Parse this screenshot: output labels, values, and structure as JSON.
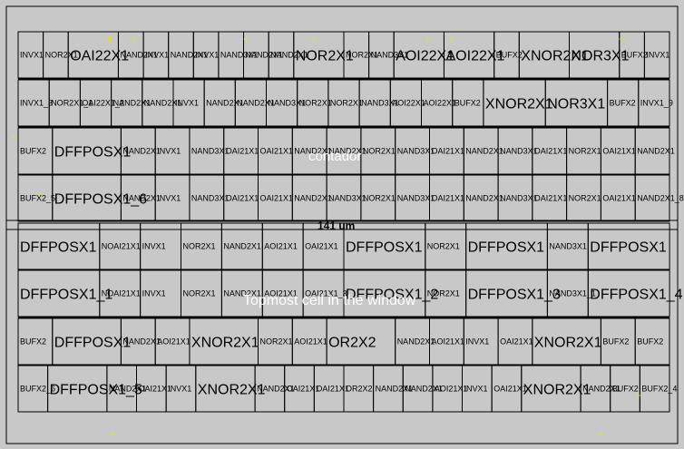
{
  "window": {
    "top_cell_name": "contador",
    "overlay_message": "Topmost cell in the window",
    "ruler_label": "141 um"
  },
  "colors": {
    "background": "#c8c8c8",
    "cell_outline": "#000000",
    "overlay_text": "#ffffff",
    "pin_marker": "#e6e600"
  },
  "rows": [
    {
      "cells": [
        [
          "INVX1",
          0
        ],
        [
          "NOR2X1",
          0
        ],
        [
          "OAI22X1",
          1
        ],
        [
          "NAND2X1",
          0
        ],
        [
          "INVX1",
          0
        ],
        [
          "NAND2X1",
          0
        ],
        [
          "INVX1",
          0
        ],
        [
          "NAND3X1",
          0
        ],
        [
          "NAND2X1",
          0
        ],
        [
          "NAND2X1",
          0
        ],
        [
          "NOR2X1",
          1
        ],
        [
          "NOR2X1",
          0
        ],
        [
          "NAND3X1",
          0
        ],
        [
          "AOI22X1",
          1
        ],
        [
          "AOI22X1",
          1
        ],
        [
          "BUFX2",
          0
        ],
        [
          "XNOR2X1",
          1
        ],
        [
          "NOR3X1",
          1
        ],
        [
          "BUFX2",
          0
        ],
        [
          "INVX1",
          0
        ]
      ]
    },
    {
      "cells": [
        [
          "INVX1_3",
          0
        ],
        [
          "NOR2X1_1",
          0
        ],
        [
          "OAI22X1_2",
          0
        ],
        [
          "NAND2X1",
          0
        ],
        [
          "NAND2X1",
          0
        ],
        [
          "INVX1",
          0
        ],
        [
          "NAND2X1",
          0
        ],
        [
          "NAND2X1",
          0
        ],
        [
          "NAND3X1",
          0
        ],
        [
          "NOR2X1",
          0
        ],
        [
          "NOR2X1",
          0
        ],
        [
          "NAND3X1",
          0
        ],
        [
          "AOI22X1",
          0
        ],
        [
          "AOI22X1",
          0
        ],
        [
          "BUFX2",
          0
        ],
        [
          "XNOR2X1",
          1
        ],
        [
          "NOR3X1",
          1
        ],
        [
          "BUFX2",
          0
        ],
        [
          "INVX1_9",
          0
        ]
      ]
    },
    {
      "cells": [
        [
          "BUFX2",
          0
        ],
        [
          "DFFPOSX1",
          1
        ],
        [
          "NAND2X1",
          0
        ],
        [
          "INVX1",
          0
        ],
        [
          "NAND3X1",
          0
        ],
        [
          "OAI21X1",
          0
        ],
        [
          "OAI21X1",
          0
        ],
        [
          "NAND2X1",
          0
        ],
        [
          "NAND2X1",
          0
        ],
        [
          "NOR2X1",
          0
        ],
        [
          "NAND3X1",
          0
        ],
        [
          "OAI21X1",
          0
        ],
        [
          "NAND2X1",
          0
        ],
        [
          "NAND3X1",
          0
        ],
        [
          "OAI21X1",
          0
        ],
        [
          "NOR2X1",
          0
        ],
        [
          "OAI21X1",
          0
        ],
        [
          "NAND2X1",
          0
        ]
      ]
    },
    {
      "cells": [
        [
          "BUFX2_5",
          0
        ],
        [
          "DFFPOSX1_6",
          1
        ],
        [
          "NAND2X1",
          0
        ],
        [
          "INVX1",
          0
        ],
        [
          "NAND3X1",
          0
        ],
        [
          "OAI21X1",
          0
        ],
        [
          "OAI21X1",
          0
        ],
        [
          "NAND2X1",
          0
        ],
        [
          "NAND3X1",
          0
        ],
        [
          "NOR2X1",
          0
        ],
        [
          "NAND3X1",
          0
        ],
        [
          "OAI21X1",
          0
        ],
        [
          "NAND2X1",
          0
        ],
        [
          "NAND3X1",
          0
        ],
        [
          "OAI21X1",
          0
        ],
        [
          "NOR2X1",
          0
        ],
        [
          "OAI21X1",
          0
        ],
        [
          "NAND2X1_8",
          0
        ]
      ]
    },
    {
      "cells": [
        [
          "DFFPOSX1",
          1
        ],
        [
          "NOAI21X1",
          0
        ],
        [
          "INVX1",
          0
        ],
        [
          "NOR2X1",
          0
        ],
        [
          "NAND2X1",
          0
        ],
        [
          "AOI21X1",
          0
        ],
        [
          "OAI21X1",
          0
        ],
        [
          "DFFPOSX1",
          1
        ],
        [
          "NOR2X1",
          0
        ],
        [
          "DFFPOSX1",
          1
        ],
        [
          "NAND3X1",
          0
        ],
        [
          "DFFPOSX1",
          1
        ]
      ]
    },
    {
      "cells": [
        [
          "DFFPOSX1_1",
          1
        ],
        [
          "NOAI21X1",
          0
        ],
        [
          "INVX1",
          0
        ],
        [
          "NOR2X1",
          0
        ],
        [
          "NAND2X1",
          0
        ],
        [
          "AOI21X1",
          0
        ],
        [
          "OAI21X1_3",
          0
        ],
        [
          "DFFPOSX1_2",
          1
        ],
        [
          "NOR2X1",
          0
        ],
        [
          "DFFPOSX1_3",
          1
        ],
        [
          "NAND3X1_1",
          0
        ],
        [
          "DFFPOSX1_4",
          1
        ]
      ]
    },
    {
      "cells": [
        [
          "BUFX2",
          0
        ],
        [
          "DFFPOSX1",
          1
        ],
        [
          "NAND2X1",
          0
        ],
        [
          "AOI21X1",
          0
        ],
        [
          "XNOR2X1",
          1
        ],
        [
          "NOR2X1",
          0
        ],
        [
          "AOI21X1",
          0
        ],
        [
          "OR2X2",
          1
        ],
        [
          "NAND2X1",
          0
        ],
        [
          "AOI21X1",
          0
        ],
        [
          "INVX1",
          0
        ],
        [
          "OAI21X1",
          0
        ],
        [
          "XNOR2X1",
          1
        ],
        [
          "BUFX2",
          0
        ],
        [
          "BUFX2",
          0
        ]
      ]
    },
    {
      "cells": [
        [
          "BUFX2_6",
          0
        ],
        [
          "DFFPOSX1_5",
          1
        ],
        [
          "NAND2X1",
          0
        ],
        [
          "OAI21X1",
          0
        ],
        [
          "INVX1",
          0
        ],
        [
          "XNOR2X1",
          1
        ],
        [
          "NAND2X1",
          0
        ],
        [
          "OAI21X1",
          0
        ],
        [
          "OAI21X1",
          0
        ],
        [
          "OR2X2",
          0
        ],
        [
          "NAND2X1",
          0
        ],
        [
          "NAND2X1",
          0
        ],
        [
          "AOI21X1",
          0
        ],
        [
          "INVX1",
          0
        ],
        [
          "OAI21X1",
          0
        ],
        [
          "XNOR2X1",
          1
        ],
        [
          "NAND2X1",
          0
        ],
        [
          "BUFX2",
          0
        ],
        [
          "BUFX2_4",
          0
        ]
      ]
    }
  ]
}
